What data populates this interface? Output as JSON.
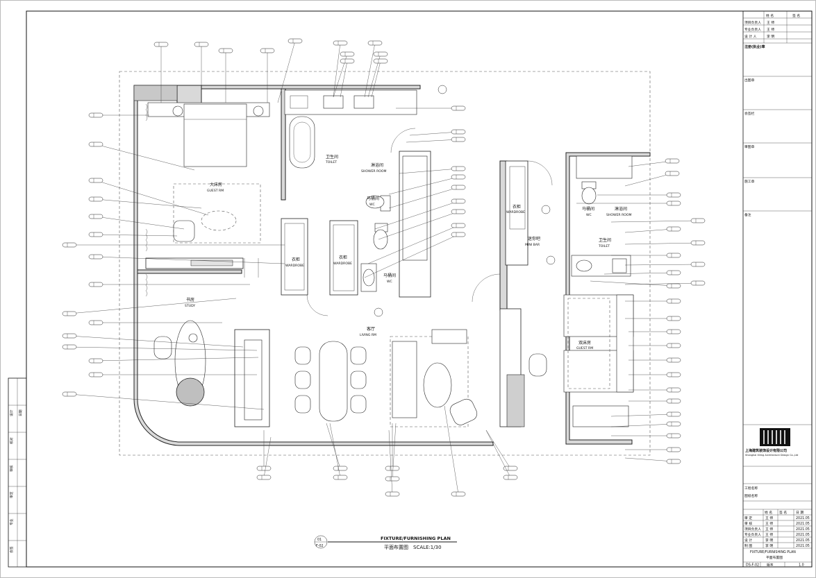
{
  "sheet": {
    "title_en": "FIXTURE/FURNISHING PLAN",
    "title_cn": "平面布置图",
    "scale": "SCALE:1/30",
    "drawing_no_top": "01",
    "drawing_no_bottom": "F-02"
  },
  "rooms": {
    "guest_rm_1_cn": "大床房",
    "guest_rm_1_en": "GUEST RM",
    "toilet_1_cn": "卫生间",
    "toilet_1_en": "TOILET",
    "shower_1_cn": "淋浴间",
    "shower_1_en": "SHOWER ROOM",
    "wc_1_cn": "马桶间",
    "wc_1_en": "WC",
    "wardrobe_1_cn": "衣柜",
    "wardrobe_1_en": "WARDROBE",
    "wardrobe_2_cn": "衣柜",
    "wardrobe_2_en": "WARDROBE",
    "wc_2_cn": "马桶间",
    "wc_2_en": "WC",
    "study_cn": "书房",
    "study_en": "STUDY",
    "living_cn": "客厅",
    "living_en": "LIVING RM",
    "wardrobe_3_cn": "衣柜",
    "wardrobe_3_en": "WARDROBE",
    "minibar_cn": "迷你吧",
    "minibar_en": "MINI BAR",
    "wc_3_cn": "马桶间",
    "wc_3_en": "WC",
    "shower_2_cn": "淋浴间",
    "shower_2_en": "SHOWER ROOM",
    "toilet_2_cn": "卫生间",
    "toilet_2_en": "TOILET",
    "guest_rm_2_cn": "双床房",
    "guest_rm_2_en": "GUEST RM"
  },
  "title_block": {
    "header_col1": "姓 名",
    "header_col2": "签 名",
    "rows": [
      {
        "role": "项目负责人",
        "name": "王 师"
      },
      {
        "role": "专业负责人",
        "name": "王 师"
      },
      {
        "role": "设 计 人",
        "name": "李 明"
      }
    ],
    "notes_label": "注册(执业)章",
    "stamp_labels": [
      "出图章",
      "会签栏",
      "审图章",
      "施工章",
      "备注"
    ],
    "company_cn": "上海建筑装饰设计有限公司",
    "company_en": "Shanghai Xiling Architecture Design Co.,Ltd",
    "project_label": "工程名称",
    "drawing_label": "图纸名称",
    "drawing_name_en": "FIXTURE/FURNISHING PLAN",
    "drawing_name_cn": "平面布置图",
    "sign_header": [
      "姓 名",
      "签 名",
      "日 期"
    ],
    "sign_rows": [
      {
        "role": "审 定",
        "name": "王 师",
        "date": "2021.05"
      },
      {
        "role": "审 核",
        "name": "王 师",
        "date": "2021.05"
      },
      {
        "role": "项目负责人",
        "name": "王 师",
        "date": "2021.05"
      },
      {
        "role": "专业负责人",
        "name": "王 师",
        "date": "2021.05"
      },
      {
        "role": "设 计",
        "name": "李 明",
        "date": "2021.05"
      },
      {
        "role": "制 图",
        "name": "李 明",
        "date": "2021.05"
      }
    ],
    "sheet_code": "DS-F-02",
    "version_label": "版本",
    "version": "1.0"
  },
  "left_strip": [
    "设计",
    "校对",
    "审核",
    "审定",
    "专业",
    "会签",
    "日期"
  ]
}
